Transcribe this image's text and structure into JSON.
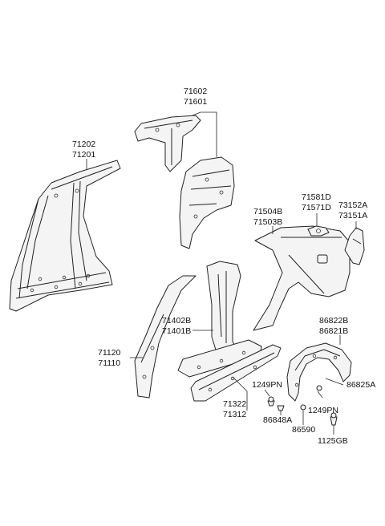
{
  "callouts": [
    {
      "id": "rear-inner-panel",
      "codes": [
        "71602",
        "71601"
      ]
    },
    {
      "id": "side-outer-panel",
      "codes": [
        "71202",
        "71201"
      ]
    },
    {
      "id": "quarter-outer-panel",
      "codes": [
        "71504B",
        "71503B"
      ]
    },
    {
      "id": "fuel-filler-housing",
      "codes": [
        "71581D",
        "71571D"
      ]
    },
    {
      "id": "quarter-extension",
      "codes": [
        "73152A",
        "73151A"
      ]
    },
    {
      "id": "center-pillar",
      "codes": [
        "71402B",
        "71401B"
      ]
    },
    {
      "id": "front-pillar",
      "codes": [
        "71120",
        "71110"
      ]
    },
    {
      "id": "wheel-guard",
      "codes": [
        "86822B",
        "86821B"
      ]
    },
    {
      "id": "side-sill",
      "codes": [
        "71322",
        "71312"
      ]
    },
    {
      "id": "wheel-guard-screw",
      "codes": [
        "86825A"
      ]
    },
    {
      "id": "bolt-left",
      "codes": [
        "1249PN"
      ]
    },
    {
      "id": "bolt-right",
      "codes": [
        "1249PN"
      ]
    },
    {
      "id": "clip",
      "codes": [
        "86848A"
      ]
    },
    {
      "id": "nut",
      "codes": [
        "86590"
      ]
    },
    {
      "id": "screw",
      "codes": [
        "1125GB"
      ]
    }
  ]
}
